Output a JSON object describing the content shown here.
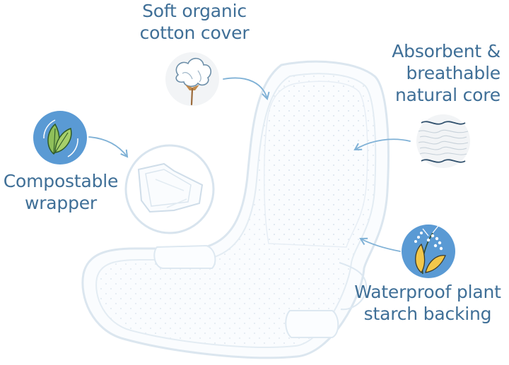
{
  "labels": {
    "cotton_cover": [
      "Soft organic",
      "cotton cover"
    ],
    "absorbent_core": [
      "Absorbent &",
      "breathable",
      "natural core"
    ],
    "compostable_wrapper": [
      "Compostable",
      "wrapper"
    ],
    "starch_backing": [
      "Waterproof plant",
      "starch backing"
    ]
  },
  "icons": {
    "cotton": "cotton-boll-icon",
    "core": "fiber-layers-icon",
    "wrapper": "leaf-icon",
    "backing": "plant-sprig-icon"
  },
  "colors": {
    "text": "#3f6f97",
    "arrow": "#7fb1d6",
    "pad_outline": "#d6e3ee",
    "icon_blue": "#5a9ad4",
    "icon_bg": "#f2f4f6"
  }
}
